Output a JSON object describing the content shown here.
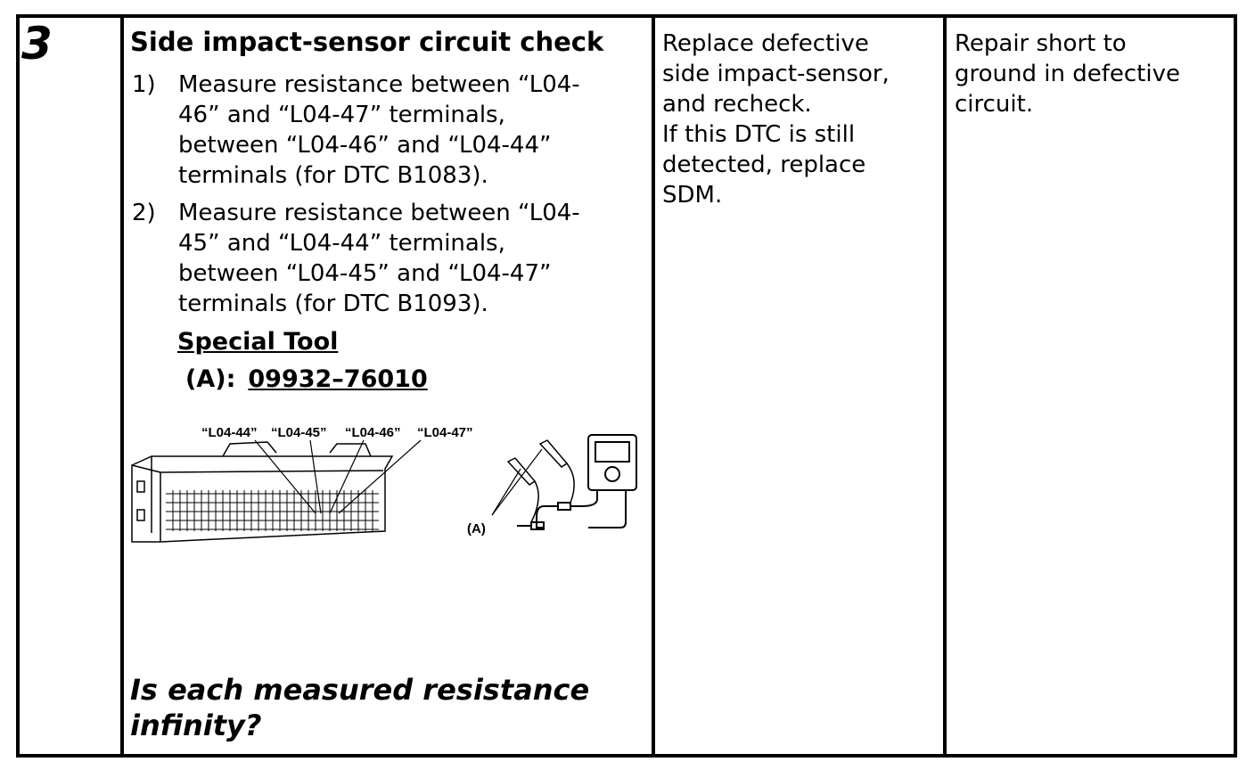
{
  "step": {
    "number": "3",
    "title": "Side impact-sensor circuit check",
    "items": [
      {
        "num": "1)",
        "lines": [
          "Measure resistance between “L04-",
          "46” and “L04-47” terminals,",
          "between “L04-46” and “L04-44”",
          "terminals (for DTC B1083)."
        ]
      },
      {
        "num": "2)",
        "lines": [
          "Measure resistance between “L04-",
          "45” and “L04-44” terminals,",
          "between “L04-45” and “L04-47”",
          "terminals (for DTC B1093)."
        ]
      }
    ],
    "special_tool": {
      "heading": "Special Tool",
      "label": "(A):",
      "part_number": "09932–76010"
    },
    "figure": {
      "terminal_labels": [
        "“L04-44”",
        "“L04-45”",
        "“L04-46”",
        "“L04-47”"
      ],
      "tool_label": "(A)"
    },
    "question": [
      "Is each measured resistance",
      "infinity?"
    ]
  },
  "yes_action": [
    "Replace defective",
    "side impact-sensor,",
    "and recheck.",
    "If this DTC is still",
    "detected, replace",
    "SDM."
  ],
  "no_action": [
    "Repair short to",
    "ground in defective",
    "circuit."
  ]
}
